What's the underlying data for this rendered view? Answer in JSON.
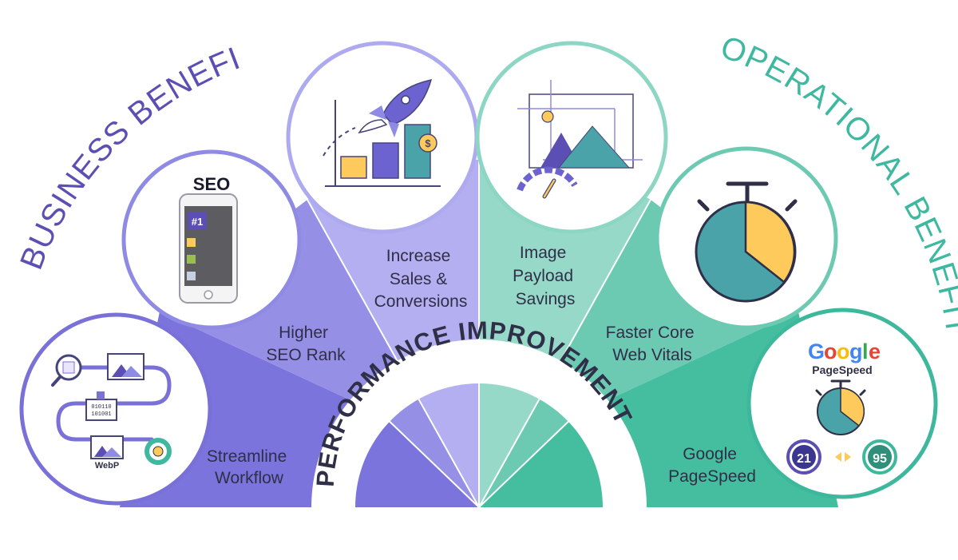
{
  "left_heading": "BUSINESS BENEFITS",
  "right_heading": "OPERATIONAL BENEFITS",
  "center_title": "PERFORMANCE IMPROVEMENT",
  "benefits": {
    "streamline": [
      "Streamline",
      "Workflow"
    ],
    "seo_rank": [
      "Higher",
      "SEO Rank"
    ],
    "sales": [
      "Increase",
      "Sales &",
      "Conversions"
    ],
    "payload": [
      "Image",
      "Payload",
      "Savings"
    ],
    "vitals": [
      "Faster Core",
      "Web Vitals"
    ],
    "pagespeed": [
      "Google",
      "PageSpeed"
    ]
  },
  "icons": {
    "seo_title": "SEO",
    "seo_rank_badge": "#1",
    "binary_line_1": "010110",
    "binary_line_2": "101001",
    "webp_label": "WebP",
    "google_letters": [
      "G",
      "o",
      "o",
      "g",
      "l",
      "e"
    ],
    "pagespeed_word": "PageSpeed",
    "score_before": "21",
    "score_after": "95"
  },
  "colors": {
    "purple_dark": "#5b4fb3",
    "purple_mid": "#8f8ae4",
    "purple_light": "#aeaaf0",
    "teal_dark": "#3db89c",
    "teal_mid": "#6ccab3",
    "teal_light": "#8ed6c4",
    "gold": "#fdca5b"
  }
}
